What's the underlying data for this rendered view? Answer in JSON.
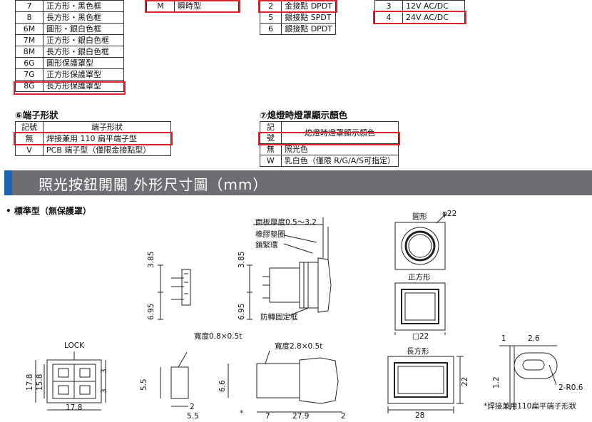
{
  "table_led_color_partial": {
    "rows": [
      {
        "code": "7",
        "desc": "正方形・黑色框"
      },
      {
        "code": "8",
        "desc": "長方形・黑色框"
      },
      {
        "code": "6M",
        "desc": "圓形・銀白色框"
      },
      {
        "code": "7M",
        "desc": "正方形・銀白色框"
      },
      {
        "code": "8M",
        "desc": "長方形・銀白色框"
      },
      {
        "code": "6G",
        "desc": "圓形保護罩型"
      },
      {
        "code": "7G",
        "desc": "正方形保護罩型"
      },
      {
        "code": "8G",
        "desc": "長方形保護罩型"
      }
    ]
  },
  "table_operation": {
    "rows": [
      {
        "code": "M",
        "desc": "瞬時型"
      }
    ]
  },
  "table_contact": {
    "rows": [
      {
        "code": "2",
        "desc": "金接點 DPDT"
      },
      {
        "code": "5",
        "desc": "銀接點 SPDT"
      },
      {
        "code": "6",
        "desc": "銀接點 DPDT"
      }
    ]
  },
  "table_voltage": {
    "rows": [
      {
        "code": "3",
        "desc": "12V AC/DC"
      },
      {
        "code": "4",
        "desc": "24V AC/DC"
      }
    ]
  },
  "terminal_section": {
    "title": "⑥端子形狀",
    "header_code": "記號",
    "header_desc": "端子形狀",
    "rows": [
      {
        "code": "無",
        "desc": "焊接兼用 110 扁平端子型"
      },
      {
        "code": "V",
        "desc": "PCB 端子型（僅限金接點型）"
      }
    ]
  },
  "lens_section": {
    "title": "⑦熄燈時燈罩顯示顏色",
    "header_code": "記號",
    "header_desc": "熄燈時燈罩顯示顏色",
    "rows": [
      {
        "code": "無",
        "desc": "照光色"
      },
      {
        "code": "W",
        "desc": "乳白色（僅限 R/G/A/S可指定）"
      }
    ]
  },
  "banner": {
    "title": "照光按鈕開關 外形尺寸圖（mm）"
  },
  "subtitle": "• 標準型（無保護罩）",
  "drawing_labels": {
    "panel_thickness": "面板厚度0.5〜3.2",
    "rubber_gasket": "橡膠墊圈",
    "lock_ring": "鎖緊環",
    "anti_rotation": "防轉固定框",
    "round": "圓形",
    "phi22": "φ22",
    "square": "正方形",
    "sq22": "□22",
    "rect": "長方形",
    "w08": "寬度0.8×0.5t",
    "w28": "寬度2.8×0.5t",
    "lock": "LOCK",
    "terminal_note": "*焊接兼用110扁平端子形狀",
    "r06": "2-R0.6",
    "star": "*"
  },
  "dims": {
    "d385a": "3.85",
    "d695a": "6.95",
    "d385b": "3.85",
    "d695b": "6.95",
    "d178v": "17.8",
    "d158": "15.8",
    "d3a": "3",
    "d3b": "3",
    "d178h": "17.8",
    "d55v": "5.5",
    "d2a": "2",
    "d55h": "5.5",
    "d66v": "6.6",
    "d7": "7",
    "d279": "27.9",
    "d2b": "2",
    "d28": "28",
    "d22v": "22",
    "d1": "1",
    "d26": "2.6",
    "d12": "1.2"
  }
}
